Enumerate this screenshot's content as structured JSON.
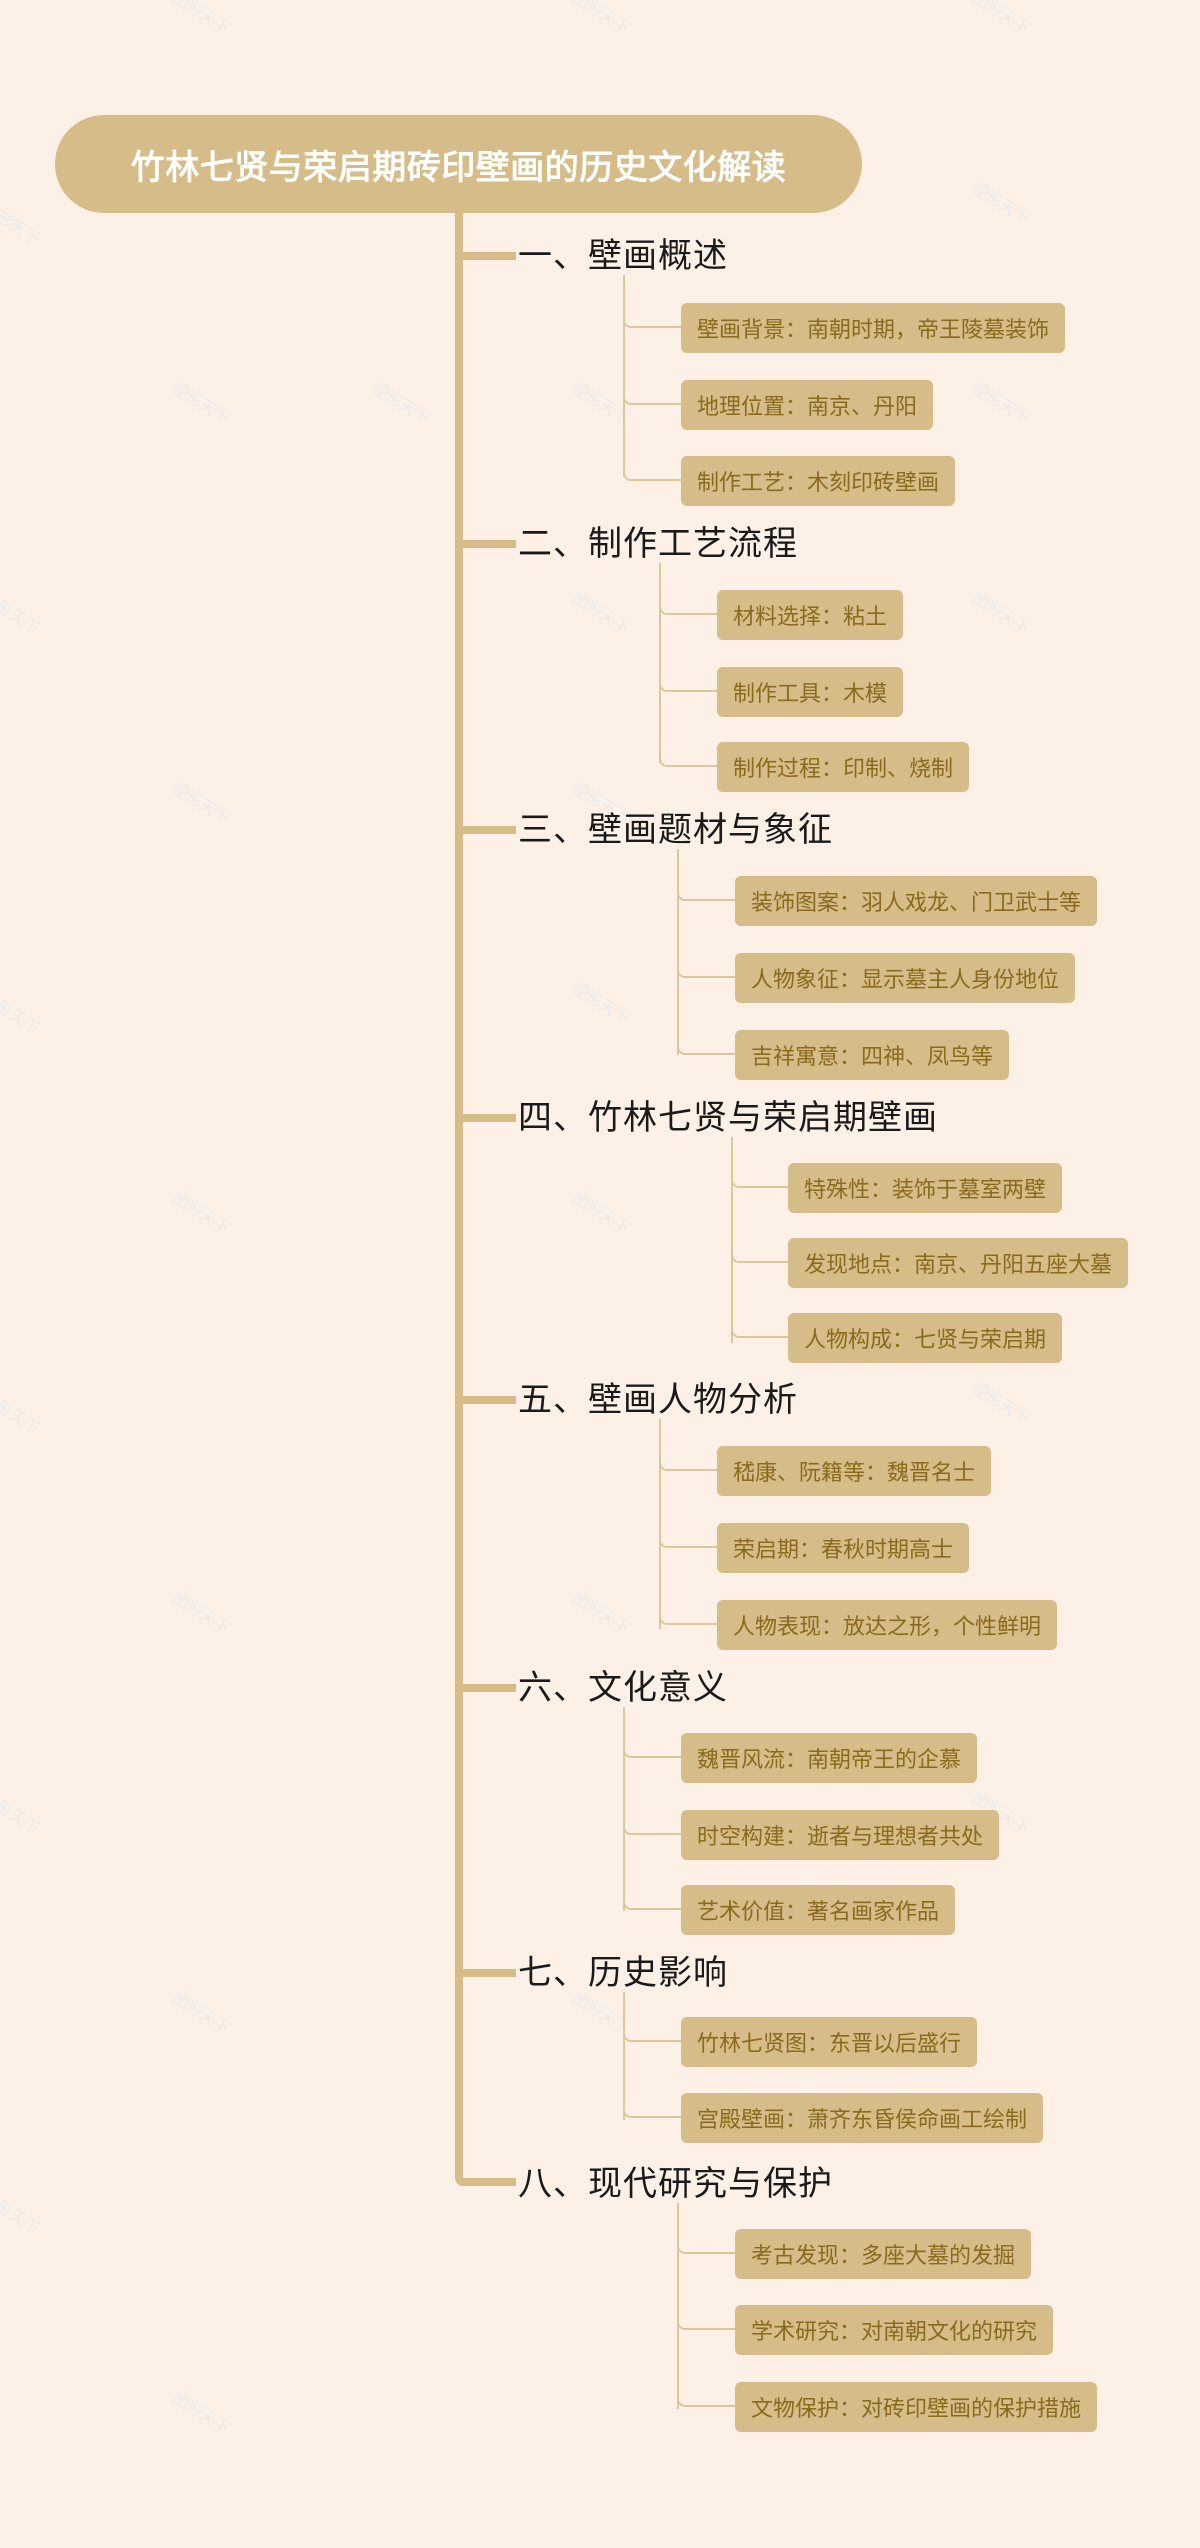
{
  "root": {
    "title": "竹林七贤与荣启期砖印壁画的历史文化解读"
  },
  "colors": {
    "background": "#fdf1e7",
    "accent": "#d5bc88",
    "leaf_text": "#8a6a1c",
    "heading_text": "#1a1a1a",
    "root_text": "#ffffff"
  },
  "watermark": "图形天下",
  "sections": [
    {
      "title": "一、壁画概述",
      "items": [
        "壁画背景：南朝时期，帝王陵墓装饰",
        "地理位置：南京、丹阳",
        "制作工艺：木刻印砖壁画"
      ]
    },
    {
      "title": "二、制作工艺流程",
      "items": [
        "材料选择：粘土",
        "制作工具：木模",
        "制作过程：印制、烧制"
      ]
    },
    {
      "title": "三、壁画题材与象征",
      "items": [
        "装饰图案：羽人戏龙、门卫武士等",
        "人物象征：显示墓主人身份地位",
        "吉祥寓意：四神、凤鸟等"
      ]
    },
    {
      "title": "四、竹林七贤与荣启期壁画",
      "items": [
        "特殊性：装饰于墓室两壁",
        "发现地点：南京、丹阳五座大墓",
        "人物构成：七贤与荣启期"
      ]
    },
    {
      "title": "五、壁画人物分析",
      "items": [
        "嵇康、阮籍等：魏晋名士",
        "荣启期：春秋时期高士",
        "人物表现：放达之形，个性鲜明"
      ]
    },
    {
      "title": "六、文化意义",
      "items": [
        "魏晋风流：南朝帝王的企慕",
        "时空构建：逝者与理想者共处",
        "艺术价值：著名画家作品"
      ]
    },
    {
      "title": "七、历史影响",
      "items": [
        "竹林七贤图：东晋以后盛行",
        "宫殿壁画：萧齐东昏侯命画工绘制"
      ]
    },
    {
      "title": "八、现代研究与保护",
      "items": [
        "考古发现：多座大墓的发掘",
        "学术研究：对南朝文化的研究",
        "文物保护：对砖印壁画的保护措施"
      ]
    }
  ]
}
